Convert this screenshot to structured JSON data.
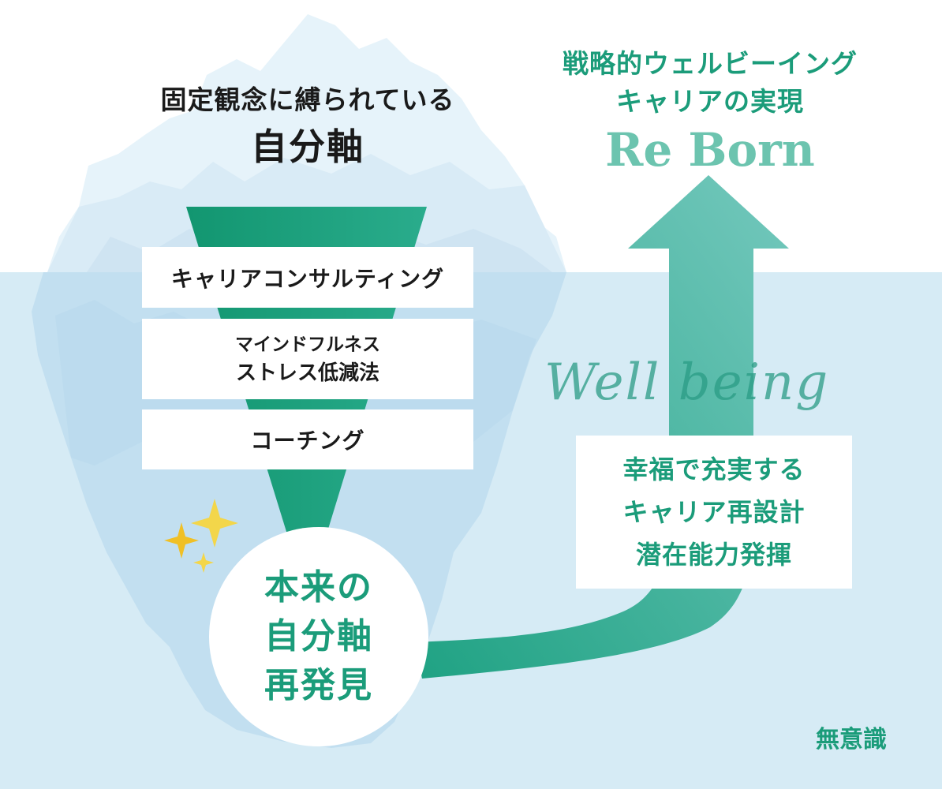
{
  "top_label": {
    "line1": "固定観念に縛られている",
    "line2": "自分軸"
  },
  "goal": {
    "line1": "戦略的ウェルビーイング",
    "line2": "キャリアの実現",
    "reborn": "Re Born"
  },
  "methods": {
    "career": "キャリアコンサルティング",
    "mind_line1": "マインドフルネス",
    "mind_line2": "ストレス低減法",
    "coaching": "コーチング"
  },
  "core": {
    "line1": "本来の",
    "line2": "自分軸",
    "line3": "再発見"
  },
  "wellbeing": "Well being",
  "benefits": {
    "line1": "幸福で充実する",
    "line2": "キャリア再設計",
    "line3": "潜在能力発揮"
  },
  "zone_label": "無意識",
  "colors": {
    "accent": "#1b9c7a",
    "funnel": "#17a07f",
    "arrow": "#3fb59d",
    "underwater": "#d6ebf5",
    "sparkle": "#f2c228"
  },
  "icons": [
    "iceberg-illustration",
    "sparkle-icon",
    "upward-curved-arrow"
  ]
}
